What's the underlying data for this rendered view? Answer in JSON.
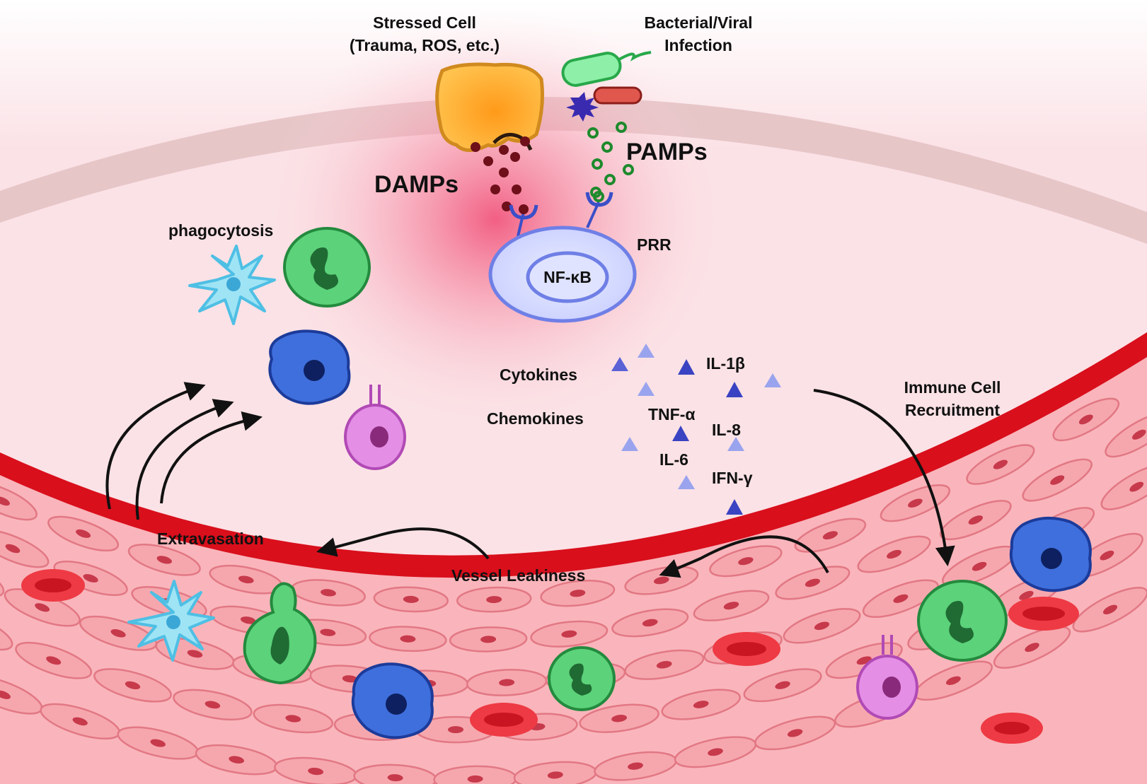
{
  "labels": {
    "stressed_cell_line1": "Stressed Cell",
    "stressed_cell_line2": "(Trauma, ROS, etc.)",
    "infection_line1": "Bacterial/Viral",
    "infection_line2": "Infection",
    "damps": "DAMPs",
    "pamps": "PAMPs",
    "prr": "PRR",
    "nfkb": "NF-κB",
    "phagocytosis": "phagocytosis",
    "cytokines": "Cytokines",
    "chemokines": "Chemokines",
    "il1b": "IL-1β",
    "tnfa": "TNF-α",
    "il8": "IL-8",
    "il6": "IL-6",
    "ifng": "IFN-γ",
    "immune_recruitment_line1": "Immune Cell",
    "immune_recruitment_line2": "Recruitment",
    "extravasation": "Extravasation",
    "vessel_leakiness": "Vessel Leakiness"
  },
  "colors": {
    "background": "#fbe2e6",
    "tissue_band": "#e7c6c8",
    "vessel_wall": "#d90f1c",
    "vessel_lumen": "#f9b5bb",
    "endothelial_cell": "#f6a7ae",
    "red_blood_cell": "#ee3a44",
    "neutrophil": "#5cd27a",
    "monocyte": "#3f6fdc",
    "dendritic_cell": "#8fdcf0",
    "lymphocyte": "#e48ee6",
    "stressed_cell": "#f6a830",
    "bacterium": "#8ef0a8",
    "damp_particle": "#6e0f1a",
    "pamp_particle": "#1d8a2c",
    "receptor": "#3a4fc8",
    "nucleus_outline": "#6f7fe6",
    "cytokine": "#6f7fd6",
    "arrow": "#111111"
  }
}
